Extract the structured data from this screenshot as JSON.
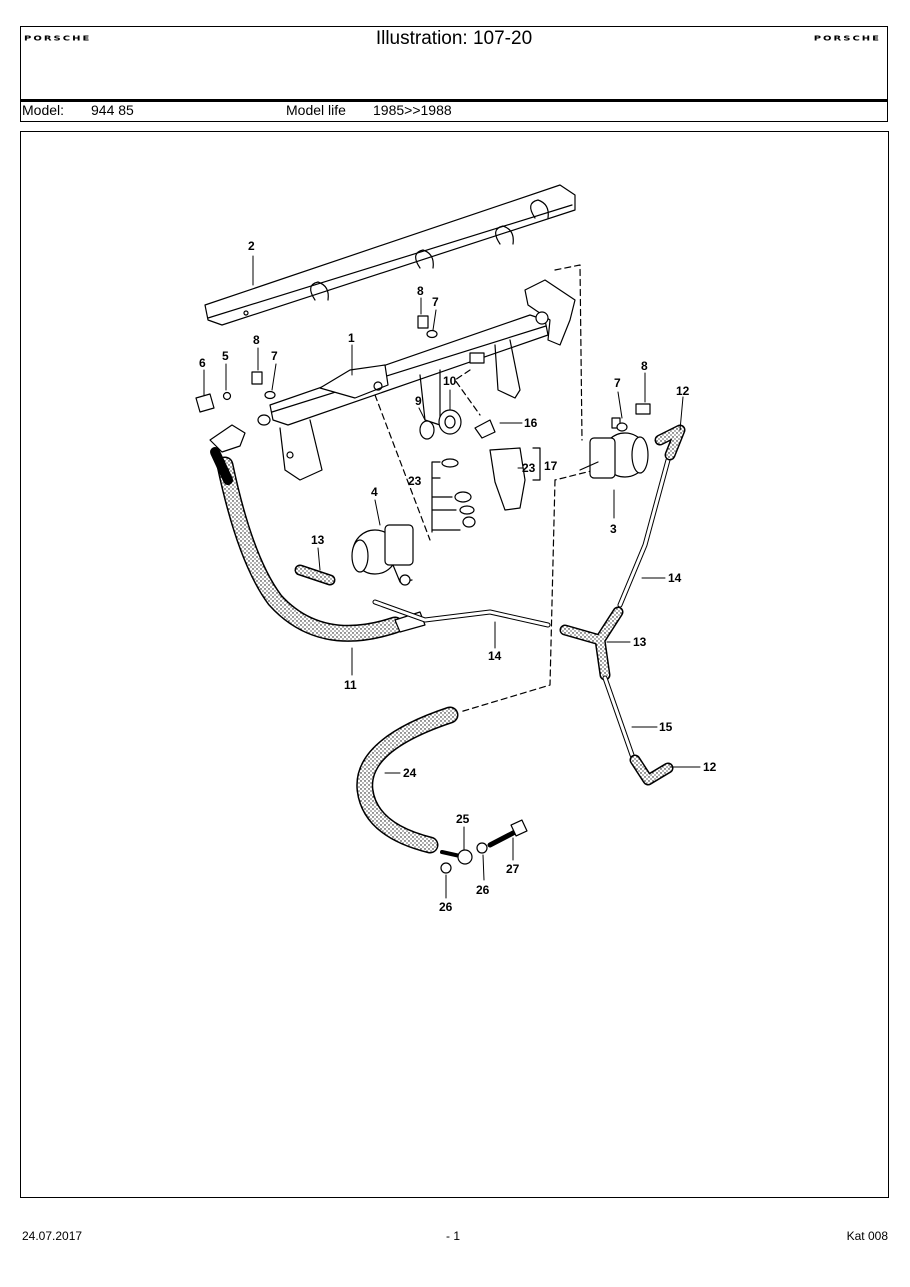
{
  "header": {
    "title": "Illustration: 107-20",
    "brand_left": "PORSCHE",
    "brand_right": "PORSCHE"
  },
  "model": {
    "model_label": "Model:",
    "model_value": "944 85",
    "life_label": "Model life",
    "life_value": "1985>>1988"
  },
  "callouts": {
    "c1": "1",
    "c2": "2",
    "c3": "3",
    "c4": "4",
    "c5": "5",
    "c6": "6",
    "c7a": "7",
    "c7b": "7",
    "c7c": "7",
    "c8a": "8",
    "c8b": "8",
    "c8c": "8",
    "c9": "9",
    "c10": "10",
    "c11": "11",
    "c12a": "12",
    "c12b": "12",
    "c13a": "13",
    "c13b": "13",
    "c14a": "14",
    "c14b": "14",
    "c15": "15",
    "c16": "16",
    "c17": "17",
    "c23a": "23",
    "c23b": "23",
    "c24": "24",
    "c25": "25",
    "c26a": "26",
    "c26b": "26",
    "c27": "27"
  },
  "footer": {
    "date": "24.07.2017",
    "page": "- 1",
    "catalog": "Kat 008"
  }
}
